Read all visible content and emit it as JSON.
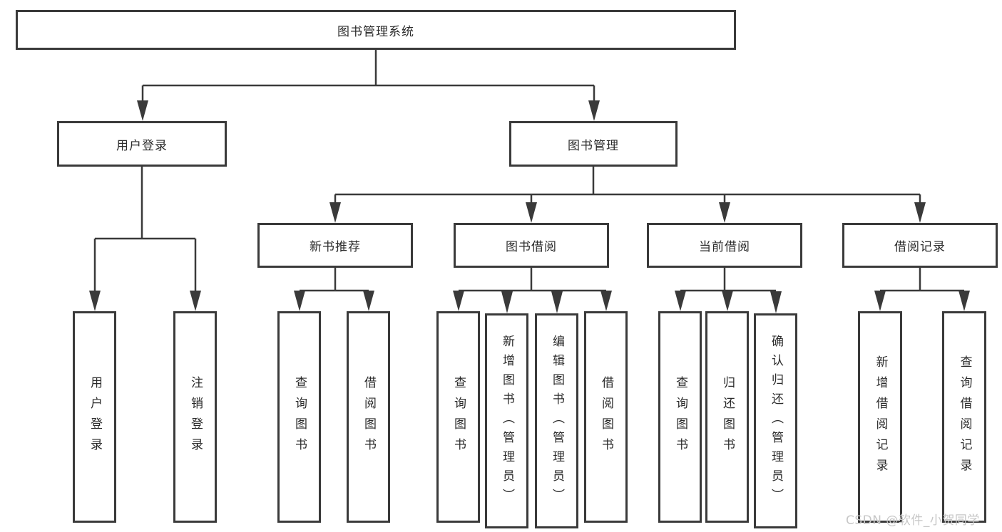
{
  "tree": {
    "label": "图书管理系统",
    "children": [
      {
        "label": "用户登录",
        "children": [
          {
            "label": "用户登录"
          },
          {
            "label": "注销登录"
          }
        ]
      },
      {
        "label": "图书管理",
        "children": [
          {
            "label": "新书推荐",
            "children": [
              {
                "label": "查询图书"
              },
              {
                "label": "借阅图书"
              }
            ]
          },
          {
            "label": "图书借阅",
            "children": [
              {
                "label": "查询图书"
              },
              {
                "label": "新增图书（管理员）"
              },
              {
                "label": "编辑图书（管理员）"
              },
              {
                "label": "借阅图书"
              }
            ]
          },
          {
            "label": "当前借阅",
            "children": [
              {
                "label": "查询图书"
              },
              {
                "label": "归还图书"
              },
              {
                "label": "确认归还（管理员）"
              }
            ]
          },
          {
            "label": "借阅记录",
            "children": [
              {
                "label": "新增借阅记录"
              },
              {
                "label": "查询借阅记录"
              }
            ]
          }
        ]
      }
    ]
  },
  "watermark": {
    "text": "CSDN @软件_小贺同学"
  },
  "colors": {
    "line": "#3a3a3a",
    "box_border": "#3a3a3a",
    "text": "#2b2b2b",
    "background": "#ffffff",
    "watermark": "#c7c7c7"
  }
}
